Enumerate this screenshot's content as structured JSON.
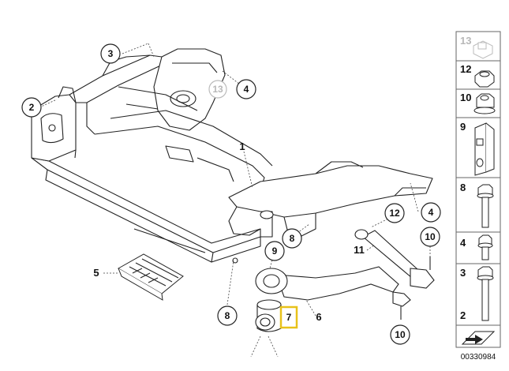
{
  "callouts": {
    "c3": "3",
    "c4_top": "4",
    "c2": "2",
    "c13_main": "13",
    "c12": "12",
    "c4_right": "4",
    "c8_mid": "8",
    "c9": "9",
    "c10_top": "10",
    "c8_bottom": "8",
    "c7": "7",
    "c10_bottom": "10"
  },
  "plain_labels": {
    "p1": "1",
    "p5": "5",
    "p11": "11",
    "p6": "6"
  },
  "sidebar": {
    "items": [
      {
        "label": "13",
        "faded": true
      },
      {
        "label": "12",
        "faded": false
      },
      {
        "label": "10",
        "faded": false
      },
      {
        "label": "9",
        "faded": false
      },
      {
        "label": "8",
        "faded": false
      },
      {
        "label": "4",
        "faded": false
      },
      {
        "label": "3",
        "faded": false
      },
      {
        "label": "2",
        "faded": false
      }
    ]
  },
  "document_number": "00330984",
  "colors": {
    "line": "#222222",
    "highlight": "#e8c21a",
    "faded": "#b8b8b8"
  }
}
